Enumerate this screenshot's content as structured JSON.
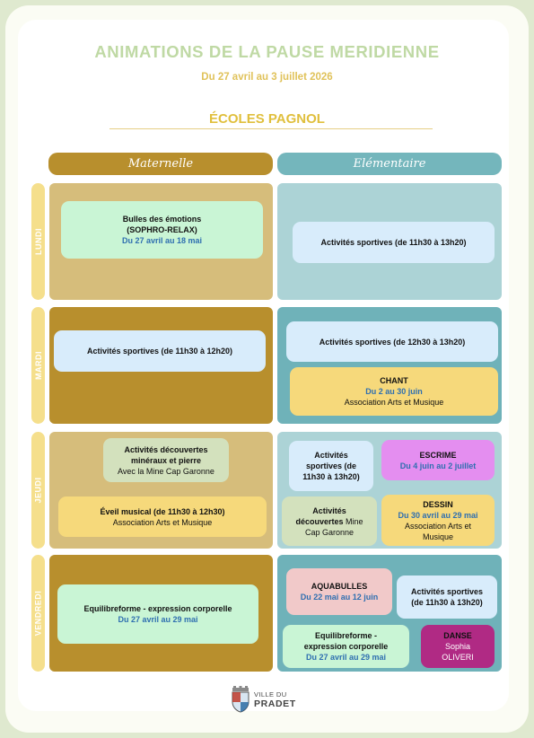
{
  "header": {
    "title": "ANIMATIONS DE LA PAUSE MERIDIENNE",
    "dates": "Du 27 avril au 3 juillet 2026",
    "school": "ÉCOLES PAGNOL"
  },
  "columns": {
    "maternelle": "Maternelle",
    "elementaire": "Elémentaire"
  },
  "days": {
    "lundi": "LUNDI",
    "mardi": "MARDI",
    "jeudi": "JEUDI",
    "vendredi": "VENDREDI"
  },
  "lundi": {
    "mat": {
      "l1": "Bulles des émotions",
      "l2": "(SOPHRO-RELAX)",
      "date": "Du 27 avril au 18 mai"
    },
    "ele": {
      "l1": "Activités sportives (de 11h30 à 13h20)"
    }
  },
  "mardi": {
    "mat": {
      "l1": "Activités sportives (de 11h30 à 12h20)"
    },
    "ele_sport": {
      "l1": "Activités sportives (de 12h30 à 13h20)"
    },
    "ele_chant": {
      "l1": "CHANT",
      "date": "Du 2  au 30 juin",
      "l2": "Association Arts et Musique"
    }
  },
  "jeudi": {
    "mat_mineraux": {
      "l1": "Activités découvertes",
      "l2": "minéraux et pierre",
      "l3": "Avec la Mine Cap Garonne"
    },
    "mat_eveil": {
      "l1": "Éveil musical (de 11h30 à 12h30)",
      "l2": "Association Arts et Musique"
    },
    "ele_sport": {
      "l1": "Activités",
      "l2": "sportives (de",
      "l3": "11h30 à 13h20)"
    },
    "ele_escrime": {
      "l1": "ESCRIME",
      "date": "Du 4 juin au 2 juillet"
    },
    "ele_decouv": {
      "l1": "Activités",
      "l2": "découvertes",
      "l2b": " Mine",
      "l3": "Cap Garonne"
    },
    "ele_dessin": {
      "l1": "DESSIN",
      "date": "Du 30 avril au 29 mai",
      "l2": "Association Arts et",
      "l3": "Musique"
    }
  },
  "vendredi": {
    "mat": {
      "l1": "Equilibreforme - expression corporelle",
      "date": "Du 27 avril au 29 mai"
    },
    "ele_aqua": {
      "l1": "AQUABULLES",
      "date": "Du 22 mai au 12 juin"
    },
    "ele_sport": {
      "l1": "Activités sportives",
      "l2": "(de 11h30 à 13h20)"
    },
    "ele_equi": {
      "l1": "Equilibreforme -",
      "l2": "expression corporelle",
      "date": "Du 27 avril au 29 mai"
    },
    "ele_danse": {
      "l1": "DANSE",
      "l2": "Sophia",
      "l3": "OLIVERI"
    }
  },
  "logo": {
    "line1": "VILLE DU",
    "line2": "PRADET"
  },
  "colors": {
    "maternelle": "#b88f2d",
    "elementaire": "#74b6bc",
    "title": "#bfd9a4",
    "accent_date": "#2f6fb0"
  }
}
